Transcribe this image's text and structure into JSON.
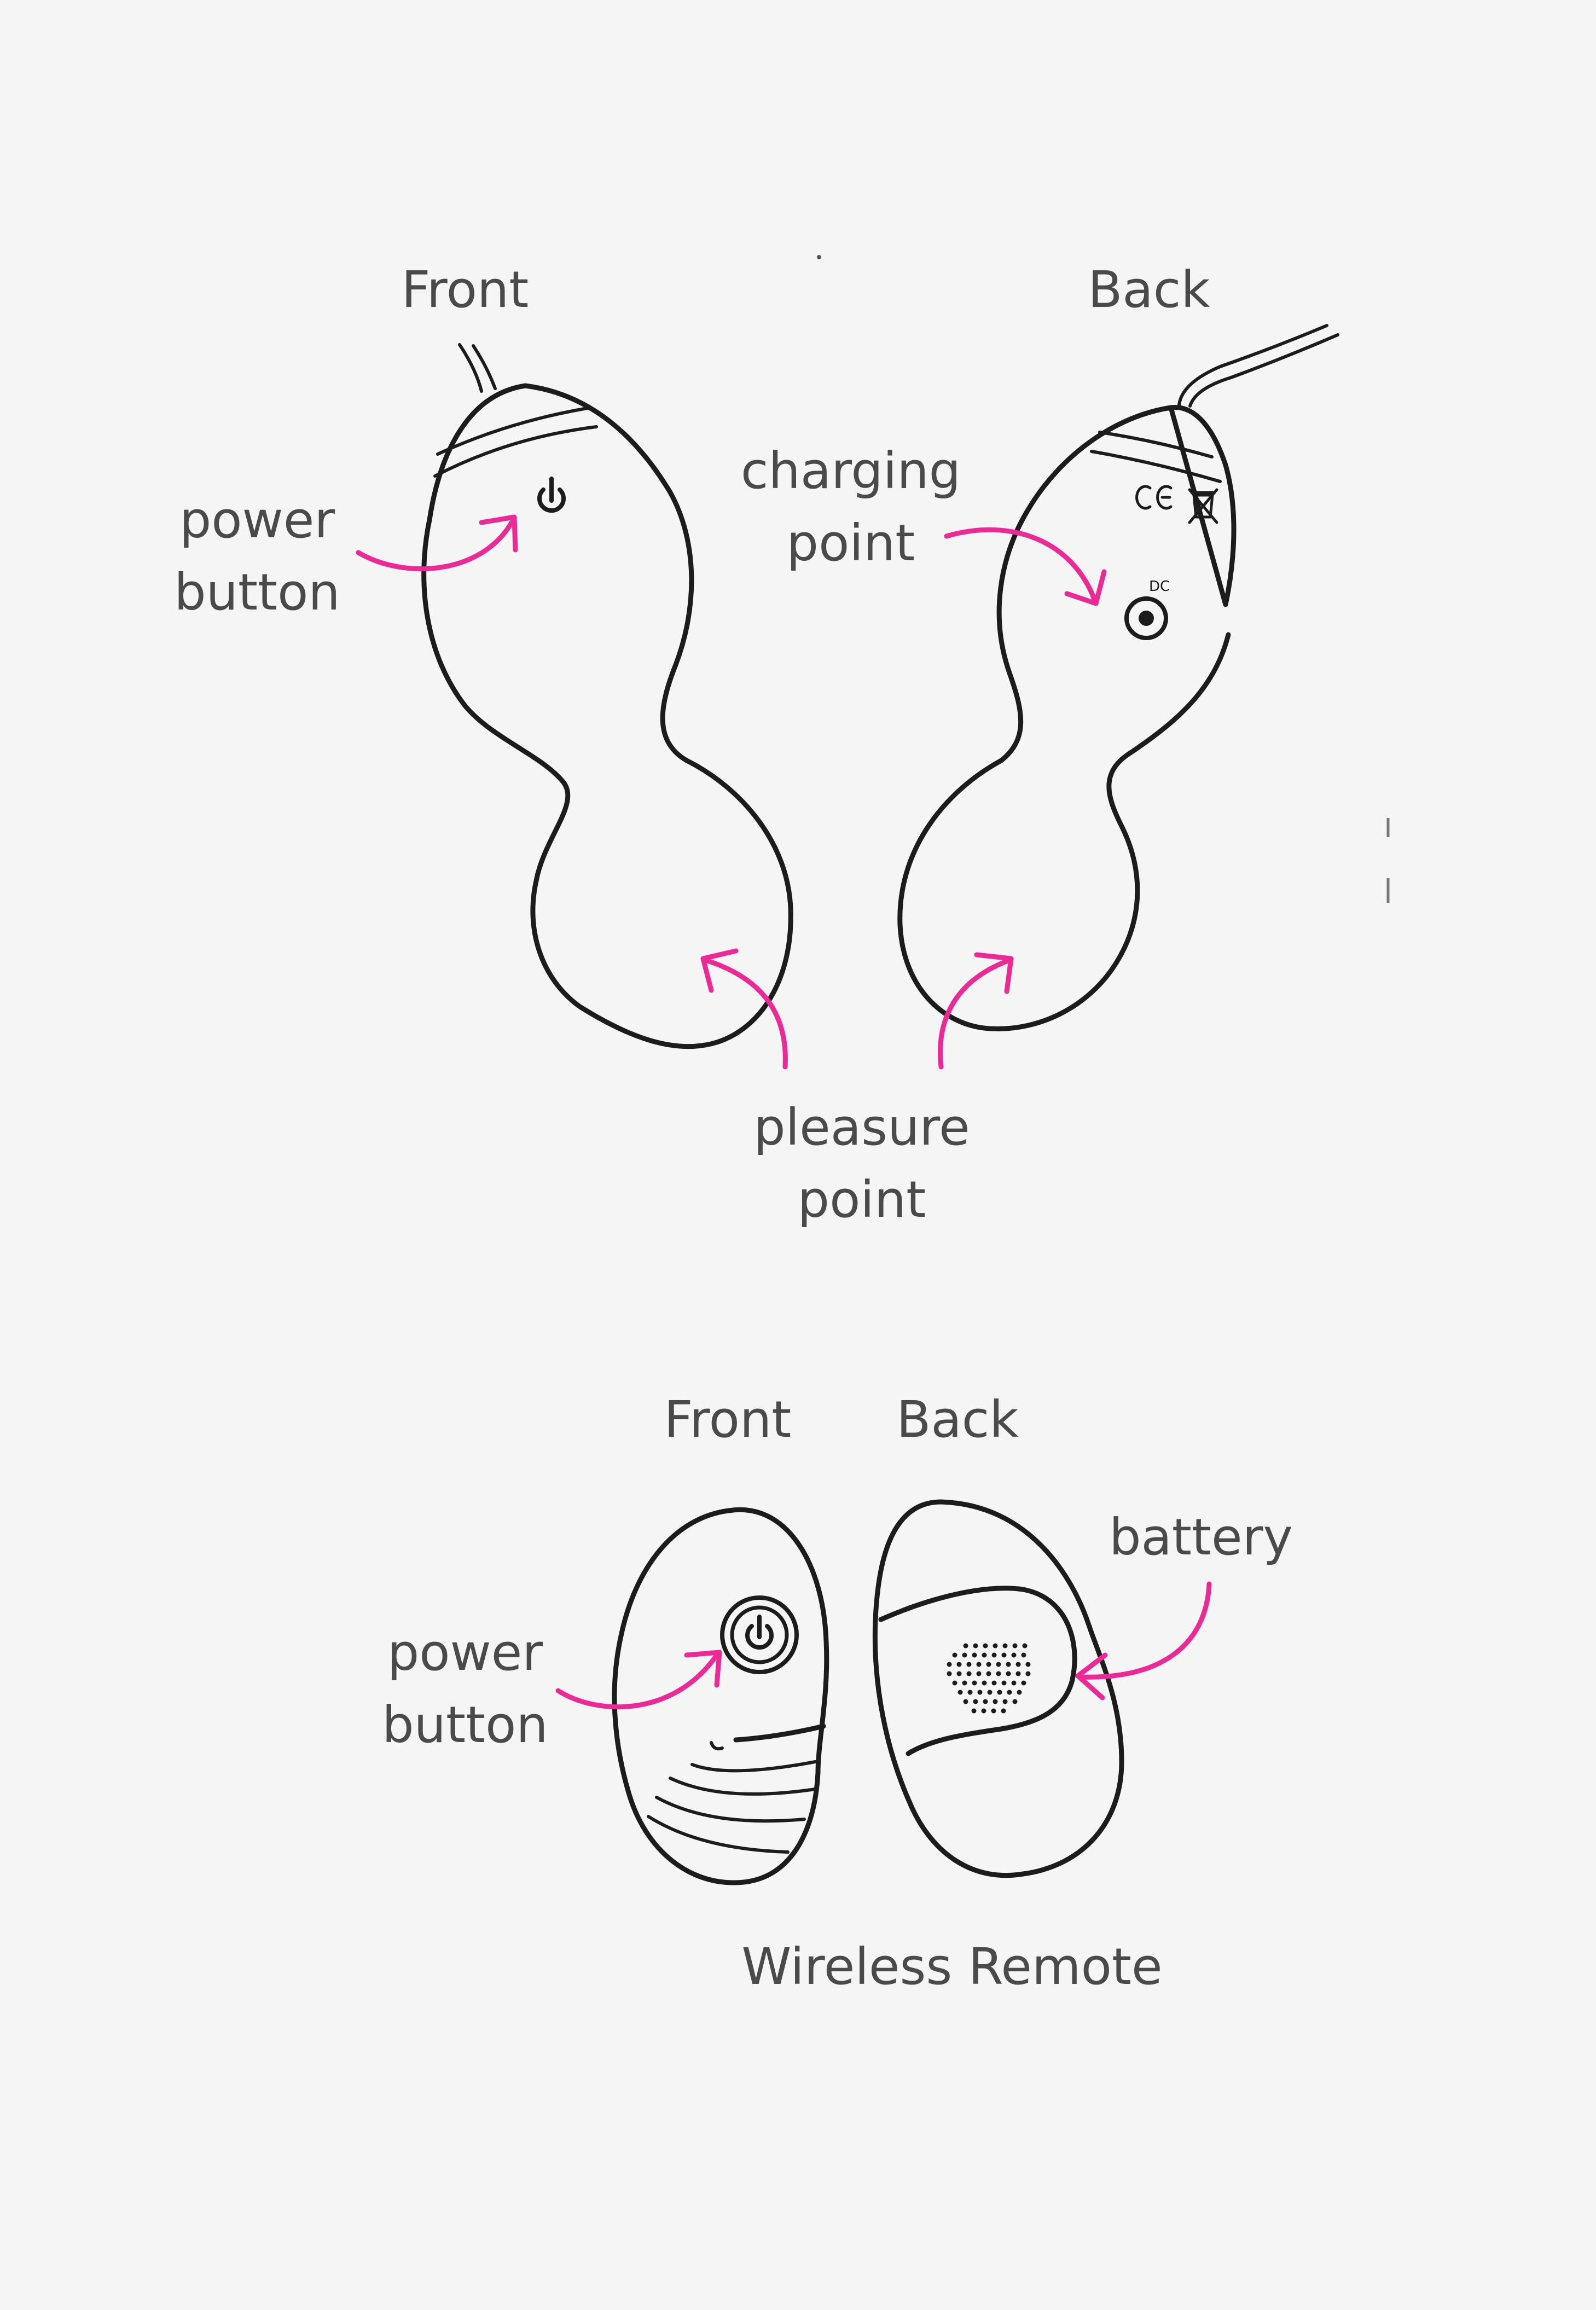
{
  "labels": {
    "egg_front": "Front",
    "egg_back": "Back",
    "egg_power_button": "power\nbutton",
    "charging_point": "charging\npoint",
    "pleasure_point": "pleasure\npoint",
    "remote_front": "Front",
    "remote_back": "Back",
    "remote_power_button": "power\nbutton",
    "battery": "battery",
    "caption": "Wireless Remote",
    "dc_marking": "DC",
    "ce_marking": "CE"
  },
  "colors": {
    "background": "#f5f5f5",
    "outline": "#1c1c1c",
    "arrow": "#ec2a96",
    "text": "#4a4a4a"
  },
  "icons": [
    "power-icon",
    "dc-port-icon",
    "ce-mark-icon",
    "weee-bin-icon",
    "battery-grille-icon"
  ]
}
